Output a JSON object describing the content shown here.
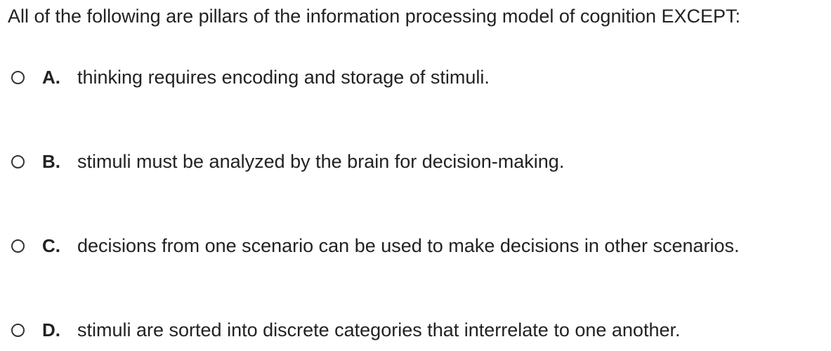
{
  "question": {
    "text": "All of the following are pillars of the information processing model of cognition EXCEPT:"
  },
  "options": [
    {
      "letter": "A.",
      "text": "thinking requires encoding and storage of stimuli."
    },
    {
      "letter": "B.",
      "text": "stimuli must be analyzed by the brain for decision-making."
    },
    {
      "letter": "C.",
      "text": "decisions from one scenario can be used to make decisions in other scenarios."
    },
    {
      "letter": "D.",
      "text": "stimuli are sorted into discrete categories that interrelate to one another."
    }
  ]
}
